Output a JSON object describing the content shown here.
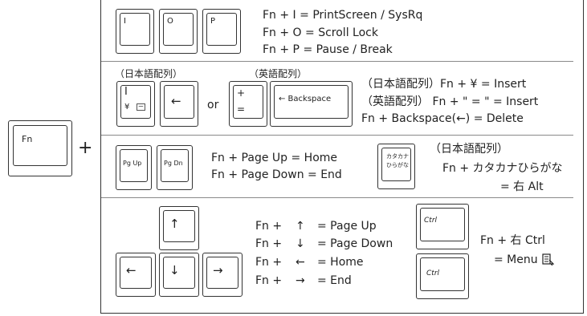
{
  "fn_key": {
    "label": "Fn",
    "plus": "+"
  },
  "sec1": {
    "keys": [
      "I",
      "O",
      "P"
    ],
    "lines": [
      "Fn + I  = PrintScreen / SysRq",
      "Fn + O  = Scroll Lock",
      "Fn + P  = Pause / Break"
    ]
  },
  "sec2": {
    "jp_header": "（日本語配列）",
    "en_header": "（英語配列）",
    "yen_key": {
      "top": "I",
      "bottom": "¥",
      "small": "ー"
    },
    "left_key": "←",
    "or_text": "or",
    "plus_key": {
      "top": "+",
      "bottom": "="
    },
    "backspace_key": "← Backspace",
    "lines": [
      "（日本語配列）Fn +  ¥  =  Insert",
      "（英語配列）   Fn + \" = \" = Insert",
      "Fn + Backspace(←) = Delete"
    ]
  },
  "sec3": {
    "pgup": "Pg Up",
    "pgdn": "Pg Dn",
    "lines": [
      "Fn + Page Up      = Home",
      "Fn + Page Down  = End"
    ],
    "kana_key": {
      "line1": "カタカナ",
      "line2": "ひらがな"
    },
    "kana_lines": [
      "（日本語配列）",
      "Fn + カタカナひらがな",
      "= 右 Alt"
    ]
  },
  "sec4": {
    "arrows": {
      "up": "↑",
      "left": "←",
      "down": "↓",
      "right": "→"
    },
    "lines": [
      {
        "pre": "Fn +",
        "arrow": "↑",
        "text": "= Page Up"
      },
      {
        "pre": "Fn +",
        "arrow": "↓",
        "text": "= Page Down"
      },
      {
        "pre": "Fn +",
        "arrow": "←",
        "text": "= Home"
      },
      {
        "pre": "Fn +",
        "arrow": "→",
        "text": "= End"
      }
    ],
    "ctrl": "Ctrl",
    "ctrl_lines": [
      "Fn + 右 Ctrl",
      "= Menu"
    ]
  }
}
